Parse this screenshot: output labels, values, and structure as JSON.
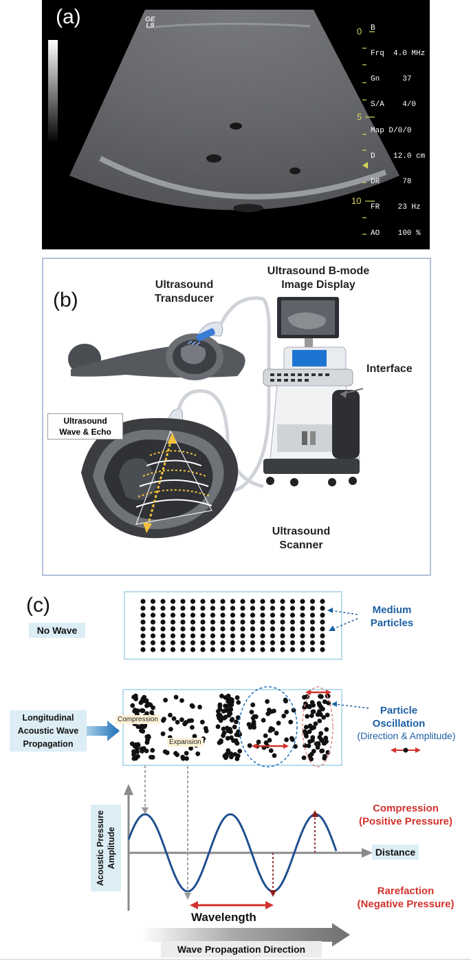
{
  "panel_a": {
    "label": "(a)",
    "probe_logo": "GE\nL9",
    "params": [
      {
        "key": "B",
        "val": ""
      },
      {
        "key": "Frq",
        "val": "4.0 MHz"
      },
      {
        "key": "Gn",
        "val": "37"
      },
      {
        "key": "S/A",
        "val": "4/0"
      },
      {
        "key": "Map",
        "val": "D/0/0"
      },
      {
        "key": "D",
        "val": "12.0 cm"
      },
      {
        "key": "DR",
        "val": "78"
      },
      {
        "key": "FR",
        "val": "23 Hz"
      },
      {
        "key": "AO",
        "val": "100 %"
      }
    ],
    "depth_marks": [
      "0",
      "5",
      "10"
    ]
  },
  "panel_b": {
    "label": "(b)",
    "transducer_label": "Ultrasound\nTransducer",
    "display_label": "Ultrasound B-mode\nImage Display",
    "interface_label": "Interface",
    "wave_label": "Ultrasound\nWave & Echo",
    "scanner_label": "Ultrasound\nScanner"
  },
  "panel_c": {
    "label": "(c)",
    "no_wave": "No Wave",
    "medium_particles": "Medium\nParticles",
    "longitudinal": "Longitudinal\nAcoustic Wave\nPropagation",
    "particle_oscillation": "Particle\nOscillation",
    "direction_amplitude": "(Direction & Amplitude)",
    "compression_tag": "Compression",
    "expansion_tag": "Expansion",
    "y_axis_label": "Acoustic Pressure\nAmplitude",
    "distance": "Distance",
    "compression_pos": "Compression\n(Positive Pressure)",
    "rarefaction_neg": "Rarefaction\n(Negative Pressure)",
    "wavelength": "Wavelength",
    "propagation_direction": "Wave Propagation Direction"
  },
  "colors": {
    "blue_text": "#1d5fa3",
    "red_text": "#d1322c",
    "wave_line": "#1f4f8f",
    "chip_bg": "#dcedf5",
    "box_border": "#b9dcec"
  }
}
